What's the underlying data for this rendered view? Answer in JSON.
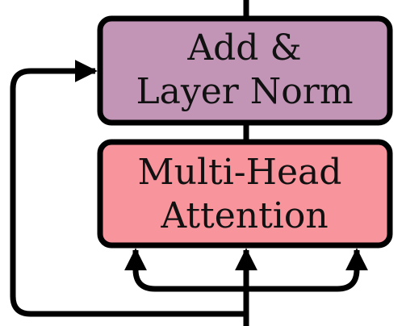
{
  "blocks": {
    "add_norm": {
      "line1": "Add &",
      "line2": "Layer Norm",
      "fill": "#C295B6"
    },
    "attention": {
      "line1": "Multi-Head",
      "line2": "Attention",
      "fill": "#F7949C"
    }
  },
  "colors": {
    "stroke": "#000000",
    "background": "#FFFFFF"
  }
}
